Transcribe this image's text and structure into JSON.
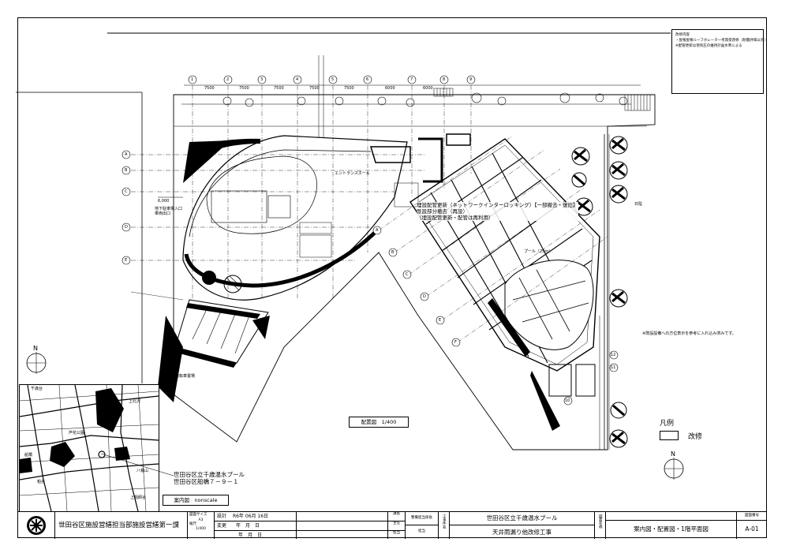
{
  "notes": {
    "heading": "改修内容",
    "lines": [
      "・屋根屋根ルーフホレータ一考雨受改修（耐震評価以外）",
      "※配管更新は現有圧の維持計画水準による"
    ]
  },
  "plan_labels": {
    "lobby": "エントランスホール",
    "pool_label": "プール（25m）",
    "shade_label": "日陰",
    "note_right": "※既設設備への方位表示を参考に入れ込み済みです。",
    "left_small_1": "地下駐車場入口",
    "left_small_2": "車両出口",
    "bottom_left": "自転車置場",
    "dim_6000": "6,000"
  },
  "annotation": {
    "line1": "埋設配管更新（ネットワークインターロッキング）【一部撤去・復旧】",
    "line2": "既設部分撤去（再設）",
    "line3": "（埋設配管更新・配管は再利用）"
  },
  "axis_numbers": [
    "1",
    "2",
    "3",
    "4",
    "5",
    "6",
    "7",
    "8",
    "9"
  ],
  "axis_letters": [
    "A",
    "B",
    "C",
    "D",
    "E"
  ],
  "diag_axes": [
    "A",
    "B",
    "C",
    "D",
    "E",
    "F"
  ],
  "right_axes": [
    "10",
    "11",
    "12"
  ],
  "spans": [
    "7500",
    "7500",
    "7500",
    "7500",
    "7500",
    "6000",
    "6000"
  ],
  "scale_note": "配置図　1/400",
  "legend": {
    "title": "凡例",
    "item": "改修"
  },
  "location": {
    "title_line1": "世田谷区立千歳温水プール",
    "title_line2": "世田谷区船橋７－９－１",
    "case_label": "案内図　nonscale",
    "place_labels": [
      "千歳台",
      "船橋",
      "上北沢",
      "芦花公園",
      "八幡山",
      "粕谷",
      "上祖師谷"
    ]
  },
  "title_block": {
    "org": "世田谷区施設営繕担当部施設営繕第一課",
    "size_label": "図面サイズ",
    "size_value": "A3",
    "scale_label": "縮尺",
    "scale_value": "1/400",
    "design_label": "設計",
    "design_date": "R6年 06月 16日",
    "change_label": "変更",
    "change_date": "年　月　日",
    "change_date2": "年　月　日",
    "role1": "課長",
    "role2": "係長",
    "role3": "担当",
    "role4": "主任",
    "section": "整備担当係長",
    "staff": "担当",
    "project_label": "工事件名",
    "project1": "世田谷区立千歳温水プール",
    "project2": "天井雨漏り他改修工事",
    "drawing_label": "図面名称",
    "drawing_name": "案内図・配置図・1階平面図",
    "number_label": "図面番号",
    "number": "A-01"
  }
}
